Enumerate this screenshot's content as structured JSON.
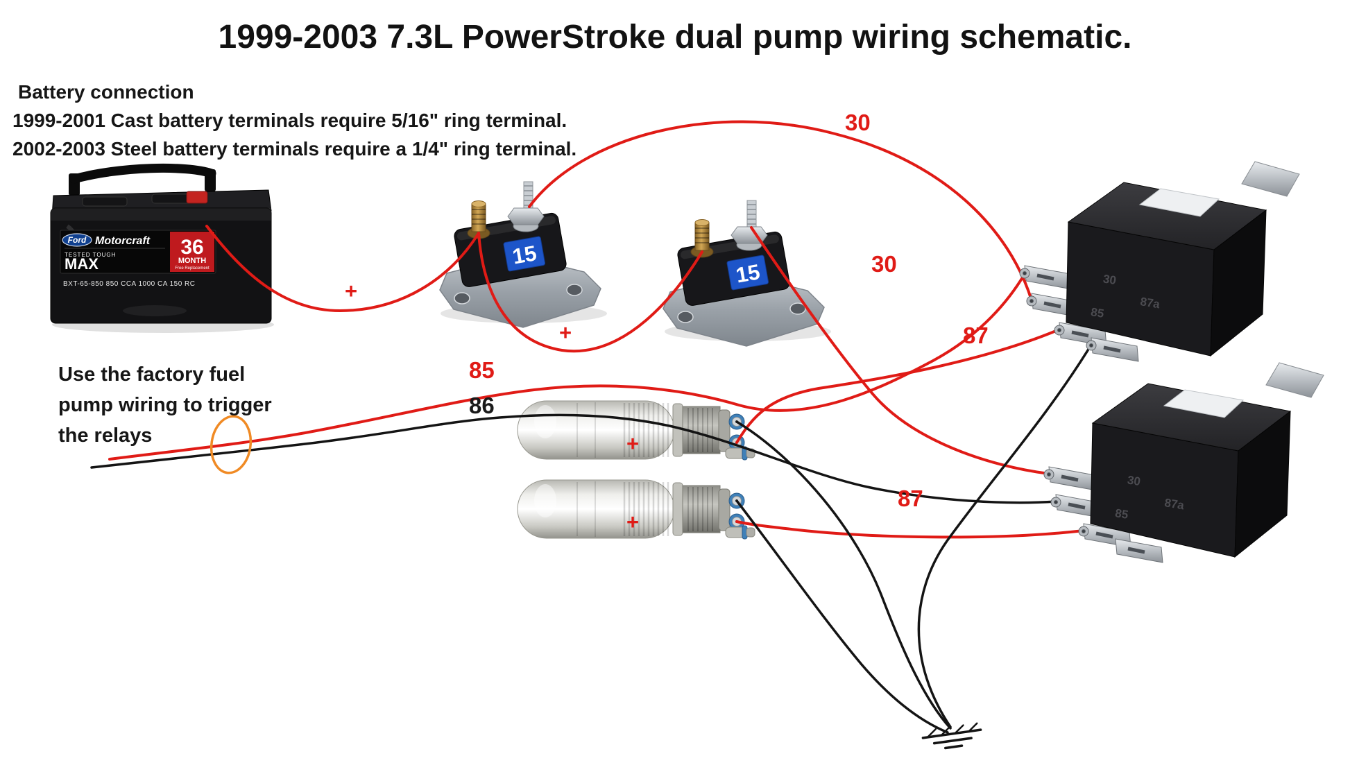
{
  "title": "1999-2003 7.3L PowerStroke dual pump wiring schematic.",
  "battery_notes": {
    "heading": "Battery connection",
    "line1": "1999-2001 Cast battery terminals require 5/16\" ring terminal.",
    "line2": "2002-2003 Steel battery terminals require a 1/4\" ring terminal."
  },
  "annotation": "Use the factory fuel pump wiring to trigger the relays",
  "wire_labels": {
    "pin30_relay1": "30",
    "pin30_relay2": "30",
    "pin87_relay1": "87",
    "pin87_relay2": "87",
    "pin85": "85",
    "pin86": "86",
    "battery_plus": "+",
    "breaker2_plus": "+",
    "pump1_plus": "+",
    "pump2_plus": "+"
  },
  "battery": {
    "logo": "Ford",
    "brand": "Motorcraft",
    "tested_tough": "TESTED TOUGH",
    "series": "MAX",
    "months": "36",
    "month_label": "MONTH",
    "warranty": "Free Replacement",
    "spec": "BXT-65-850   850 CCA   1000 CA   150 RC"
  },
  "breaker": {
    "amps": "15"
  },
  "relay": {
    "molded_pins": {
      "p30": "30",
      "p85": "85",
      "p87a": "87a"
    }
  },
  "colors": {
    "hot_wire": "#e01b16",
    "ground_wire": "#141414",
    "label_red": "#e01b16",
    "splice_highlight": "#f08a24"
  }
}
